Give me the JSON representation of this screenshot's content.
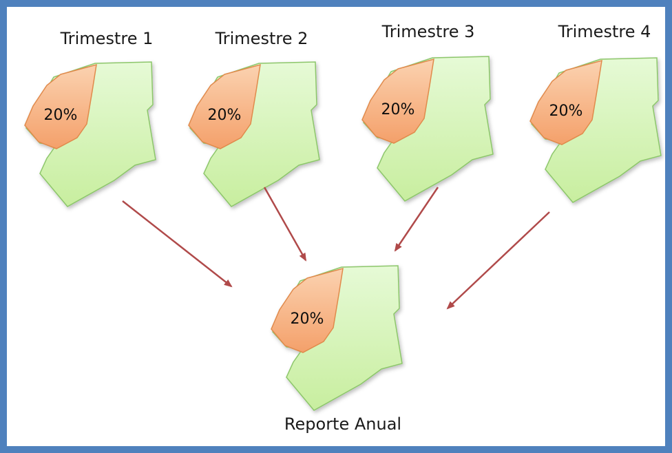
{
  "quarters": [
    {
      "label": "Trimestre 1",
      "share": "20%"
    },
    {
      "label": "Trimestre 2",
      "share": "20%"
    },
    {
      "label": "Trimestre 3",
      "share": "20%"
    },
    {
      "label": "Trimestre 4",
      "share": "20%"
    }
  ],
  "annual": {
    "label": "Reporte Anual",
    "share": "20%"
  },
  "colors": {
    "border": "#4f81bd",
    "region_fill": "#d9f5c0",
    "region_stroke": "#8cc66a",
    "highlight_fill": "#f7b585",
    "highlight_stroke": "#e08a4c",
    "arrow": "#b04a4a"
  }
}
